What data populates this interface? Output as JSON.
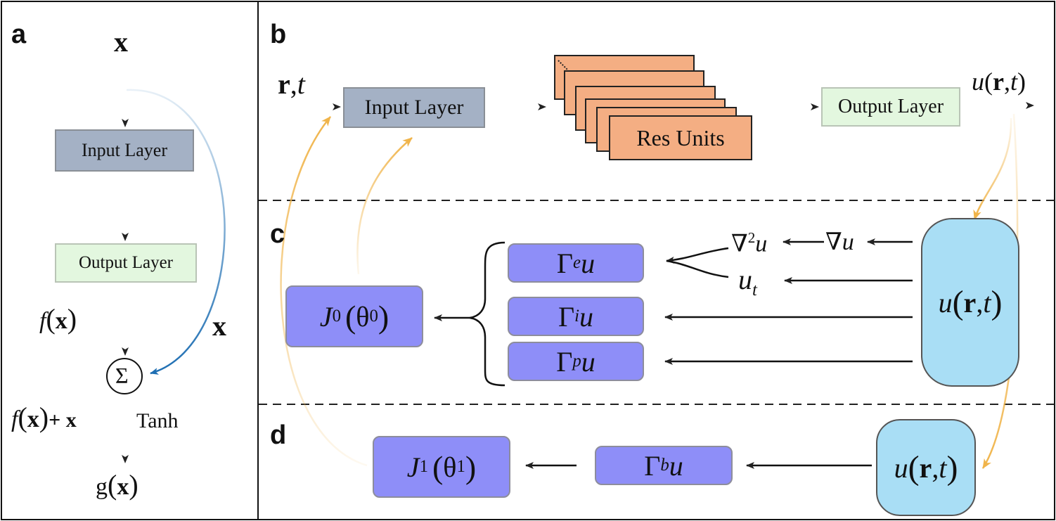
{
  "panels": {
    "a": "a",
    "b": "b",
    "c": "c",
    "d": "d"
  },
  "panel_a": {
    "x_top": "x",
    "input_layer": "Input Layer",
    "output_layer": "Output Layer",
    "f": "f",
    "x_var": "x",
    "skip_label": "x",
    "sum_symbol": "Σ",
    "plus_x": "+ x",
    "tanh": "Tanh",
    "g": "g"
  },
  "panel_b": {
    "r": "r",
    "t": "t",
    "input_layer": "Input Layer",
    "res_units": "Res Units",
    "output_layer": "Output Layer",
    "u": "u",
    "r_out": "r",
    "t_out": "t"
  },
  "panel_c": {
    "nabla2": "∇",
    "sq": "2",
    "u": "u",
    "nabla_u": "∇u",
    "ut_sub": "t",
    "gamma": "Γ",
    "sub_e": "e",
    "sub_i": "i",
    "sub_p": "p",
    "J": "J",
    "J_sub": "0",
    "theta": "θ",
    "theta_sub": "0",
    "r": "r",
    "t": "t"
  },
  "panel_d": {
    "gamma": "Γ",
    "sub_b": "b",
    "u": "u",
    "J": "J",
    "J_sub": "1",
    "theta": "θ",
    "theta_sub": "1",
    "r": "r",
    "t": "t"
  },
  "colors": {
    "input_layer": "#a4b1c5",
    "output_layer": "#e3f7df",
    "res_units": "#f4ae83",
    "loss_box": "#8e8ef8",
    "field_box": "#a9def5",
    "feedback_arrow": "#f0b44a",
    "skip_arrow": "#1f6fb3"
  }
}
